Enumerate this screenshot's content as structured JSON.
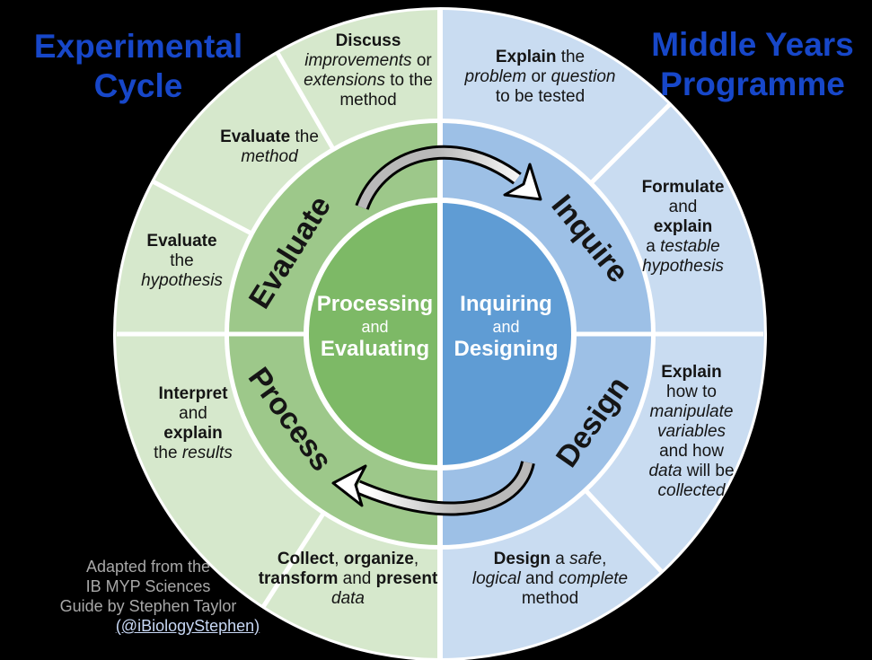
{
  "colors": {
    "background": "#000000",
    "title_blue": "#1747c9",
    "outer_green": "#d6e8cc",
    "mid_green": "#9dc88a",
    "inner_green": "#7db966",
    "outer_blue": "#c9dcf1",
    "mid_blue": "#9dc0e6",
    "inner_blue": "#5f9cd4",
    "text_dark": "#151515",
    "center_text": "#ffffff",
    "attribution_gray": "#a8a8a8",
    "link_blue": "#c8d8f5",
    "arrow_gray": "#b9b9b9",
    "arrow_white": "#ffffff",
    "divider_white": "#ffffff"
  },
  "titles": {
    "left_line1": "Experimental",
    "left_line2": "Cycle",
    "right_line1": "Middle Years",
    "right_line2": "Programme"
  },
  "cycle_direction": "clockwise",
  "outer_segments": {
    "discuss": {
      "lines": [
        [
          {
            "t": "Discuss",
            "b": 1
          }
        ],
        [
          {
            "t": "improvements",
            "i": 1
          },
          {
            "t": " or"
          }
        ],
        [
          {
            "t": "extensions",
            "i": 1
          },
          {
            "t": " to the"
          }
        ],
        [
          {
            "t": "method"
          }
        ]
      ]
    },
    "explain_problem": {
      "lines": [
        [
          {
            "t": "Explain",
            "b": 1
          },
          {
            "t": " the"
          }
        ],
        [
          {
            "t": "problem",
            "i": 1
          },
          {
            "t": " or "
          },
          {
            "t": "question",
            "i": 1
          }
        ],
        [
          {
            "t": "to be tested"
          }
        ]
      ]
    },
    "evaluate_method": {
      "lines": [
        [
          {
            "t": "Evaluate",
            "b": 1
          },
          {
            "t": " the"
          }
        ],
        [
          {
            "t": "method",
            "i": 1
          }
        ]
      ]
    },
    "formulate": {
      "lines": [
        [
          {
            "t": "Formulate",
            "b": 1
          }
        ],
        [
          {
            "t": "and"
          }
        ],
        [
          {
            "t": "explain",
            "b": 1
          }
        ],
        [
          {
            "t": "a "
          },
          {
            "t": "testable",
            "i": 1
          }
        ],
        [
          {
            "t": "hypothesis",
            "i": 1
          }
        ]
      ]
    },
    "evaluate_hypothesis": {
      "lines": [
        [
          {
            "t": "Evaluate",
            "b": 1
          }
        ],
        [
          {
            "t": "the"
          }
        ],
        [
          {
            "t": "hypothesis",
            "i": 1
          }
        ]
      ]
    },
    "explain_how": {
      "lines": [
        [
          {
            "t": "Explain",
            "b": 1
          }
        ],
        [
          {
            "t": "how to"
          }
        ],
        [
          {
            "t": "manipulate",
            "i": 1
          }
        ],
        [
          {
            "t": "variables",
            "i": 1
          }
        ],
        [
          {
            "t": "and how"
          }
        ],
        [
          {
            "t": "data",
            "i": 1
          },
          {
            "t": " will be"
          }
        ],
        [
          {
            "t": "collected",
            "i": 1
          }
        ]
      ]
    },
    "interpret": {
      "lines": [
        [
          {
            "t": "Interpret",
            "b": 1
          }
        ],
        [
          {
            "t": "and"
          }
        ],
        [
          {
            "t": "explain",
            "b": 1
          }
        ],
        [
          {
            "t": "the "
          },
          {
            "t": "results",
            "i": 1
          }
        ]
      ]
    },
    "collect": {
      "lines": [
        [
          {
            "t": "Collect",
            "b": 1
          },
          {
            "t": ", "
          },
          {
            "t": "organize",
            "b": 1
          },
          {
            "t": ","
          }
        ],
        [
          {
            "t": "transform",
            "b": 1
          },
          {
            "t": " and "
          },
          {
            "t": "present",
            "b": 1
          }
        ],
        [
          {
            "t": "data",
            "i": 1
          }
        ]
      ]
    },
    "design_method": {
      "lines": [
        [
          {
            "t": "Design",
            "b": 1
          },
          {
            "t": " a "
          },
          {
            "t": "safe",
            "i": 1
          },
          {
            "t": ","
          }
        ],
        [
          {
            "t": "logical",
            "i": 1
          },
          {
            "t": " and "
          },
          {
            "t": "complete",
            "i": 1
          }
        ],
        [
          {
            "t": "method"
          }
        ]
      ]
    }
  },
  "ring_labels": {
    "evaluate": "Evaluate",
    "inquire": "Inquire",
    "process": "Process",
    "design": "Design"
  },
  "center_labels": {
    "left": {
      "lines": [
        [
          {
            "t": "Processing",
            "b": 1
          }
        ],
        [
          {
            "t": "and",
            "sm": 1
          }
        ],
        [
          {
            "t": "Evaluating",
            "b": 1
          }
        ]
      ]
    },
    "right": {
      "lines": [
        [
          {
            "t": "Inquiring",
            "b": 1
          }
        ],
        [
          {
            "t": "and",
            "sm": 1
          }
        ],
        [
          {
            "t": "Designing",
            "b": 1
          }
        ]
      ]
    }
  },
  "attribution": {
    "line1": "Adapted from the",
    "line2": "IB MYP Sciences",
    "line3": "Guide by Stephen Taylor",
    "link": "(@iBiologyStephen)"
  }
}
